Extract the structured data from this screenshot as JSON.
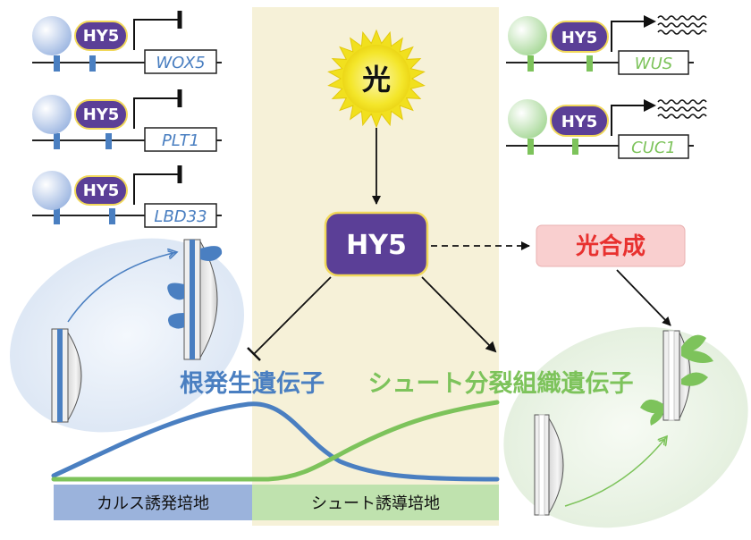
{
  "center": {
    "light_label": "光",
    "hy5_label": "HY5",
    "photosynthesis_label": "光合成"
  },
  "repressed_genes": {
    "factor_label": "HY5",
    "genes": [
      "WOX5",
      "PLT1",
      "LBD33"
    ]
  },
  "activated_genes": {
    "factor_label": "HY5",
    "genes": [
      "WUS",
      "CUC1"
    ]
  },
  "curves": {
    "root_label": "根発生遺伝子",
    "shoot_label": "シュート分裂組織遺伝子"
  },
  "media": {
    "callus_label": "カルス誘発培地",
    "shoot_label": "シュート誘導培地"
  },
  "colors": {
    "blue": "#4a7fc1",
    "green": "#7dc35b",
    "purple": "#5b3f97",
    "red": "#e8312f",
    "panel": "#f6f1d8",
    "sun": "#f4e21c"
  }
}
